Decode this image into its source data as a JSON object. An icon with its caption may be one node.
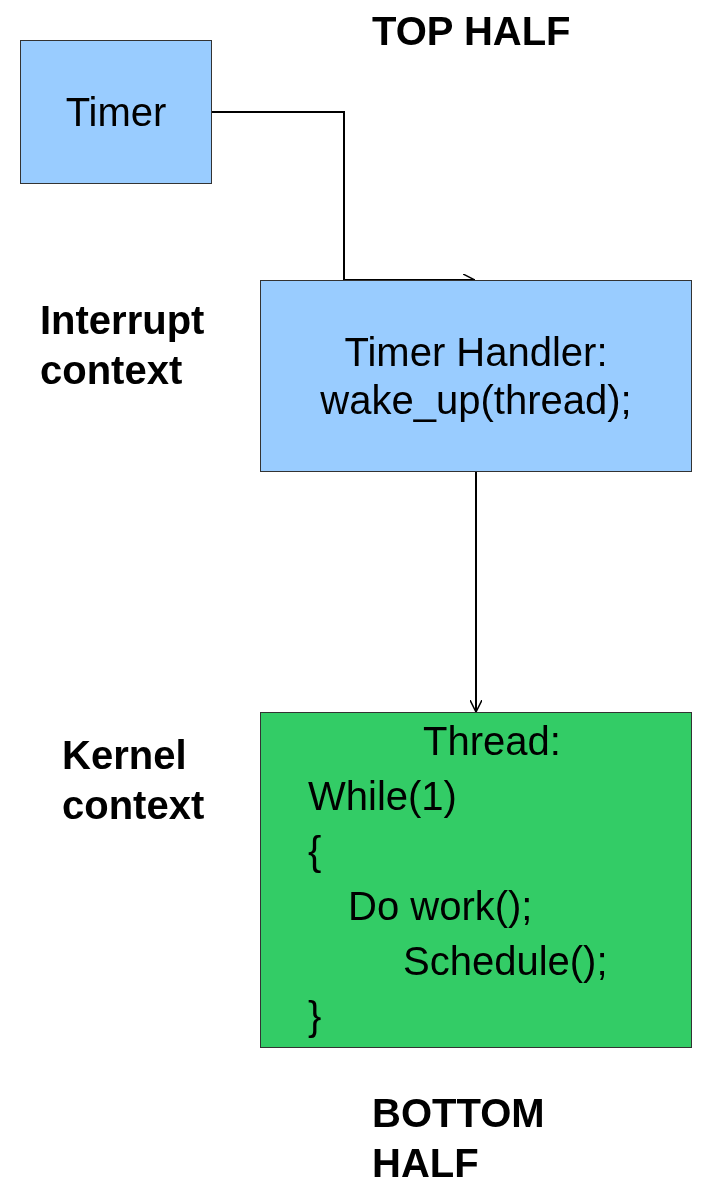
{
  "diagram": {
    "nodes": [
      {
        "text": [
          "Timer"
        ]
      },
      {
        "text": [
          "Timer Handler: wake_up(thread);"
        ]
      },
      {
        "text": [
          "Thread:",
          "While(1)",
          "{",
          "Do work();",
          "Schedule();",
          "}"
        ]
      }
    ],
    "edges": [
      {
        "from": 0,
        "to": 1,
        "arrow": "to"
      },
      {
        "from": 1,
        "to": 2,
        "arrow": "to"
      }
    ],
    "labels": [
      "TOP HALF",
      "Interrupt context",
      "Kernel context",
      "BOTTOM HALF"
    ]
  }
}
